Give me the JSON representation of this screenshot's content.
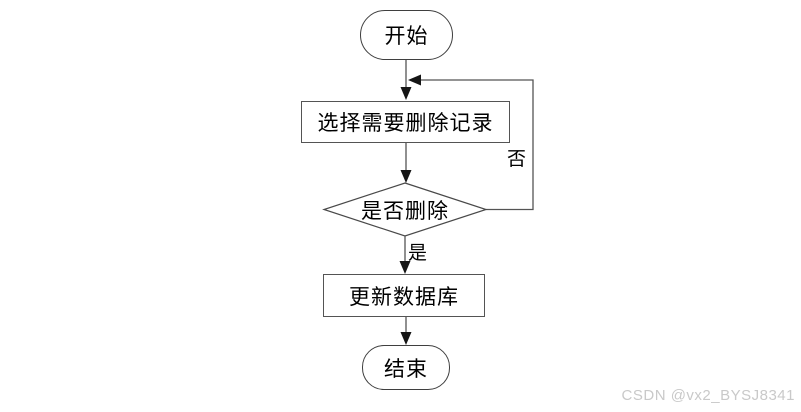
{
  "diagram": {
    "type": "flowchart",
    "nodes": {
      "start": {
        "label": "开始",
        "shape": "terminator"
      },
      "select": {
        "label": "选择需要删除记录",
        "shape": "process"
      },
      "decision": {
        "label": "是否删除",
        "shape": "decision"
      },
      "update": {
        "label": "更新数据库",
        "shape": "process"
      },
      "end": {
        "label": "结束",
        "shape": "terminator"
      }
    },
    "edges": [
      {
        "from": "start",
        "to": "select"
      },
      {
        "from": "select",
        "to": "decision"
      },
      {
        "from": "decision",
        "to": "update",
        "label": "是"
      },
      {
        "from": "decision",
        "to": "select",
        "label": "否"
      },
      {
        "from": "update",
        "to": "end"
      }
    ],
    "edge_labels": {
      "yes": "是",
      "no": "否"
    },
    "colors": {
      "background": "#ffffff",
      "line": "#545454",
      "arrow": "#151515",
      "node_fill": "#ffffff",
      "node_border": "#494949",
      "text": "#000000",
      "watermark": "#c9c9c9"
    }
  },
  "watermark": {
    "text": "CSDN @vx2_BYSJ8341"
  }
}
